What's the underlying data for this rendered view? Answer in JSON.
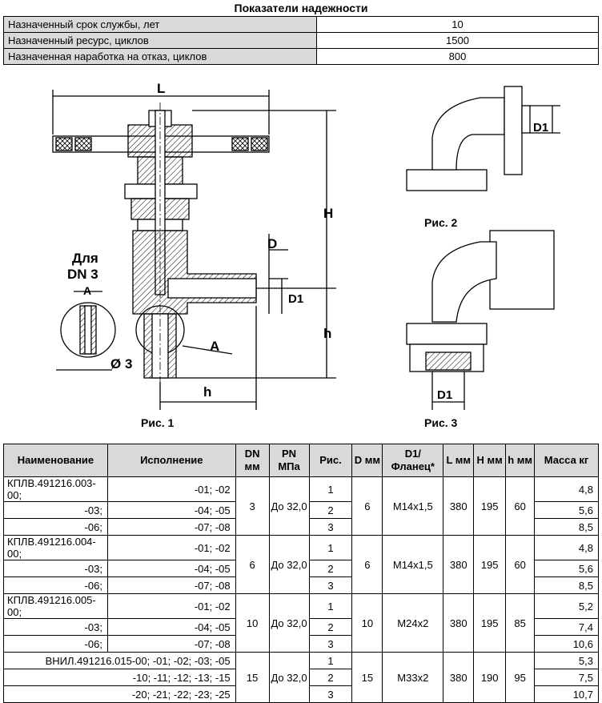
{
  "reliability": {
    "title": "Показатели надежности",
    "rows": [
      {
        "label": "Назначенный срок службы, лет",
        "value": "10"
      },
      {
        "label": "Назначенный ресурс, циклов",
        "value": "1500"
      },
      {
        "label": "Назначенная наработка на отказ, циклов",
        "value": "800"
      }
    ]
  },
  "figures": {
    "fig1_caption": "Рис. 1",
    "fig2_caption": "Рис. 2",
    "fig3_caption": "Рис. 3",
    "labels": {
      "L": "L",
      "H": "H",
      "h": "h",
      "h_bottom": "h",
      "D": "D",
      "D1": "D1",
      "A": "A",
      "A_detail": "А",
      "for_dn": "Для",
      "dn3": "DN 3",
      "diam3": "Ø 3",
      "fig2_D1": "D1",
      "fig3_D1": "D1"
    }
  },
  "spec": {
    "headers": {
      "name": "Наименование",
      "variant": "Исполнение",
      "dn": "DN мм",
      "pn": "PN МПа",
      "fig": "Рис.",
      "d": "D мм",
      "d1": "D1/ Фланец*",
      "l": "L мм",
      "h_big": "H мм",
      "h_small": "h мм",
      "mass": "Масса кг"
    },
    "groups": [
      {
        "dn": "3",
        "pn": "До 32,0",
        "d": "6",
        "d1": "М14х1,5",
        "l": "380",
        "H": "195",
        "h": "60",
        "rows": [
          {
            "name": "КПЛВ.491216.003-00;",
            "variant": "-01; -02",
            "fig": "1",
            "mass": "4,8"
          },
          {
            "name": "-03;",
            "variant": "-04; -05",
            "fig": "2",
            "mass": "5,6"
          },
          {
            "name": "-06;",
            "variant": "-07; -08",
            "fig": "3",
            "mass": "8,5"
          }
        ]
      },
      {
        "dn": "6",
        "pn": "До 32,0",
        "d": "6",
        "d1": "М14х1,5",
        "l": "380",
        "H": "195",
        "h": "60",
        "rows": [
          {
            "name": "КПЛВ.491216.004-00;",
            "variant": "-01; -02",
            "fig": "1",
            "mass": "4,8"
          },
          {
            "name": "-03;",
            "variant": "-04; -05",
            "fig": "2",
            "mass": "5,6"
          },
          {
            "name": "-06;",
            "variant": "-07; -08",
            "fig": "3",
            "mass": "8,5"
          }
        ]
      },
      {
        "dn": "10",
        "pn": "До 32,0",
        "d": "10",
        "d1": "М24х2",
        "l": "380",
        "H": "195",
        "h": "85",
        "rows": [
          {
            "name": "КПЛВ.491216.005-00;",
            "variant": "-01; -02",
            "fig": "1",
            "mass": "5,2"
          },
          {
            "name": "-03;",
            "variant": "-04; -05",
            "fig": "2",
            "mass": "7,4"
          },
          {
            "name": "-06;",
            "variant": "-07; -08",
            "fig": "3",
            "mass": "10,6"
          }
        ]
      },
      {
        "dn": "15",
        "pn": "До 32,0",
        "d": "15",
        "d1": "М33х2",
        "l": "380",
        "H": "190",
        "h": "95",
        "rows": [
          {
            "name": "ВНИЛ.491216.015-00; -01; -02; -03; -05",
            "variant": "",
            "fig": "1",
            "mass": "5,3"
          },
          {
            "name": "-10; -11; -12; -13; -15",
            "variant": "",
            "fig": "2",
            "mass": "7,5"
          },
          {
            "name": "-20; -21; -22; -23; -25",
            "variant": "",
            "fig": "3",
            "mass": "10,7"
          }
        ]
      }
    ]
  }
}
